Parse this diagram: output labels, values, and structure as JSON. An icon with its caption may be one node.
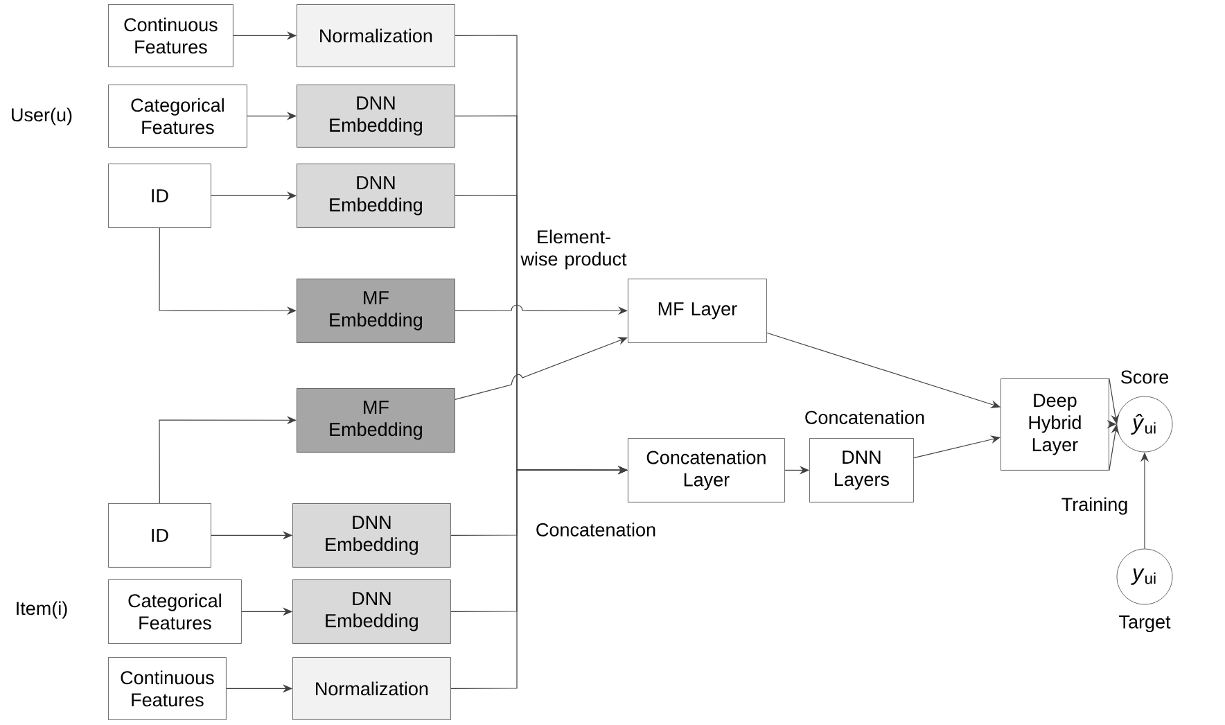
{
  "diagram": {
    "nodes": [
      {
        "text": [
          "Continuous Features"
        ]
      },
      {
        "text": [
          "Normalization"
        ]
      },
      {
        "text": [
          "Categorical Features"
        ]
      },
      {
        "text": [
          "DNN Embedding"
        ]
      },
      {
        "text": [
          "ID"
        ]
      },
      {
        "text": [
          "DNN Embedding"
        ]
      },
      {
        "text": [
          "MF Embedding"
        ]
      },
      {
        "text": [
          "MF Layer"
        ]
      },
      {
        "text": [
          "MF Embedding"
        ]
      },
      {
        "text": [
          "Concatenation Layer"
        ]
      },
      {
        "text": [
          "DNN Layers"
        ]
      },
      {
        "text": [
          "Deep Hybrid Layer"
        ]
      },
      {
        "text": [
          "*ŷ*$_{ui}$"
        ],
        "beside": [
          "Score"
        ]
      },
      {
        "text": [
          "ID"
        ]
      },
      {
        "text": [
          "DNN Embedding"
        ]
      },
      {
        "text": [
          "Categorical Features"
        ]
      },
      {
        "text": [
          "DNN Embedding"
        ]
      },
      {
        "text": [
          "Continuous Features"
        ]
      },
      {
        "text": [
          "Normalization"
        ]
      },
      {
        "text": [
          "*y*$_{ui}$"
        ],
        "beside": [
          "Target"
        ]
      }
    ],
    "edges": [
      {
        "from": 0,
        "to": 1,
        "arrow": "to"
      },
      {
        "from": 2,
        "to": 3,
        "arrow": "to"
      },
      {
        "from": 4,
        "to": 5,
        "arrow": "to"
      },
      {
        "from": 4,
        "to": 6,
        "arrow": "to"
      },
      {
        "from": 13,
        "to": 8,
        "arrow": "to"
      },
      {
        "from": 13,
        "to": 14,
        "arrow": "to"
      },
      {
        "from": 15,
        "to": 16,
        "arrow": "to"
      },
      {
        "from": 17,
        "to": 18,
        "arrow": "to"
      },
      {
        "from": 6,
        "to": 7,
        "arrow": "to"
      },
      {
        "from": 8,
        "to": 7,
        "arrow": "to"
      },
      {
        "from": 1,
        "to": 9,
        "arrow": "to"
      },
      {
        "from": 3,
        "to": 9,
        "arrow": "to"
      },
      {
        "from": 5,
        "to": 9,
        "arrow": "to"
      },
      {
        "from": 14,
        "to": 9,
        "arrow": "to"
      },
      {
        "from": 16,
        "to": 9,
        "arrow": "to"
      },
      {
        "from": 18,
        "to": 9,
        "arrow": "to"
      },
      {
        "from": 9,
        "to": 10,
        "arrow": "to"
      },
      {
        "from": 10,
        "to": 11,
        "arrow": "to"
      },
      {
        "from": 7,
        "to": 11,
        "arrow": "to"
      },
      {
        "from": 11,
        "to": 12,
        "arrow": "to"
      },
      {
        "from": 11,
        "to": 12,
        "arrow": "to"
      },
      {
        "from": 11,
        "to": 12,
        "arrow": "to"
      },
      {
        "from": 19,
        "to": 12,
        "arrow": "to",
        "label": "Training"
      }
    ],
    "labels": [
      "User(u)",
      "Element-wise product",
      "Concatenation",
      "Concatenation",
      "Item(i)"
    ]
  }
}
